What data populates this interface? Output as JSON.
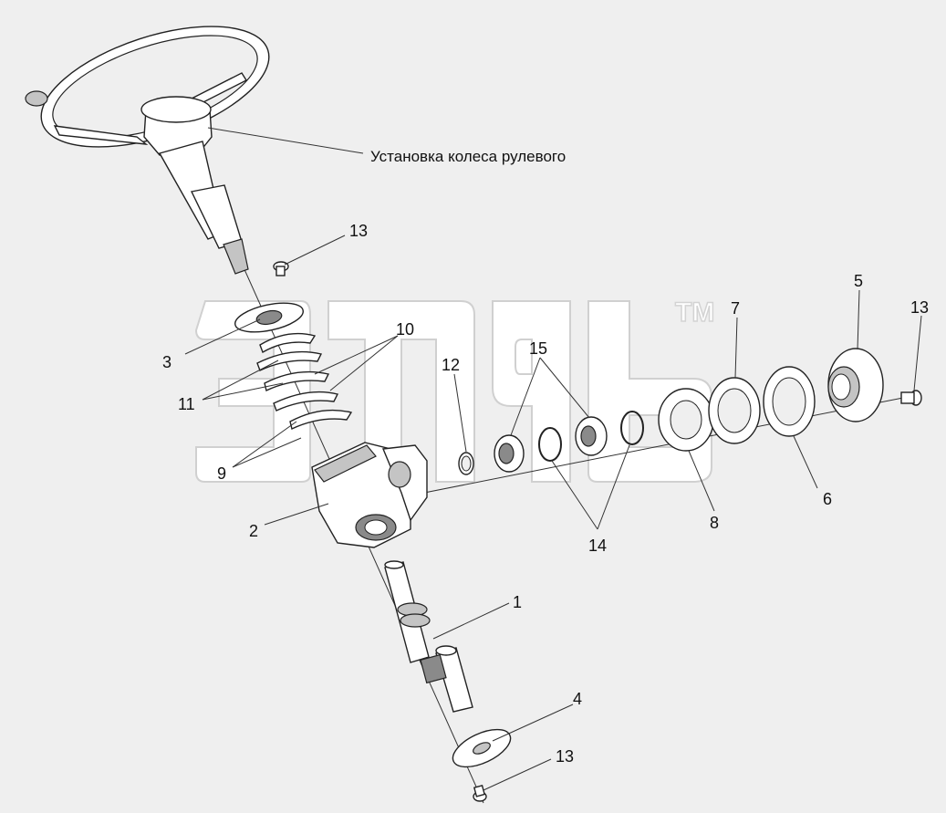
{
  "assembly_caption": "Установка колеса рулевого",
  "watermark": {
    "trademark": "TM"
  },
  "callouts": {
    "c1": "1",
    "c2": "2",
    "c3": "3",
    "c4": "4",
    "c5": "5",
    "c6": "6",
    "c7": "7",
    "c8": "8",
    "c9": "9",
    "c10": "10",
    "c11": "11",
    "c12": "12",
    "c13_top": "13",
    "c13_right": "13",
    "c13_bottom": "13",
    "c14": "14",
    "c15": "15"
  }
}
